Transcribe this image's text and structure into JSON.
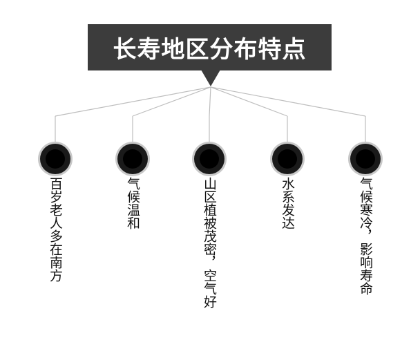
{
  "title": "长寿地区分布特点",
  "branches": [
    {
      "label": "百岁老人多在南方"
    },
    {
      "label": "气候温和"
    },
    {
      "label": "山区植被茂密，空气好"
    },
    {
      "label": "水系发达"
    },
    {
      "label": "气候寒冷，影响寿命"
    }
  ],
  "colors": {
    "title_bg": "#3c3c3c",
    "title_text": "#ffffff",
    "node": "#000000",
    "line": "#bdbdbd"
  }
}
